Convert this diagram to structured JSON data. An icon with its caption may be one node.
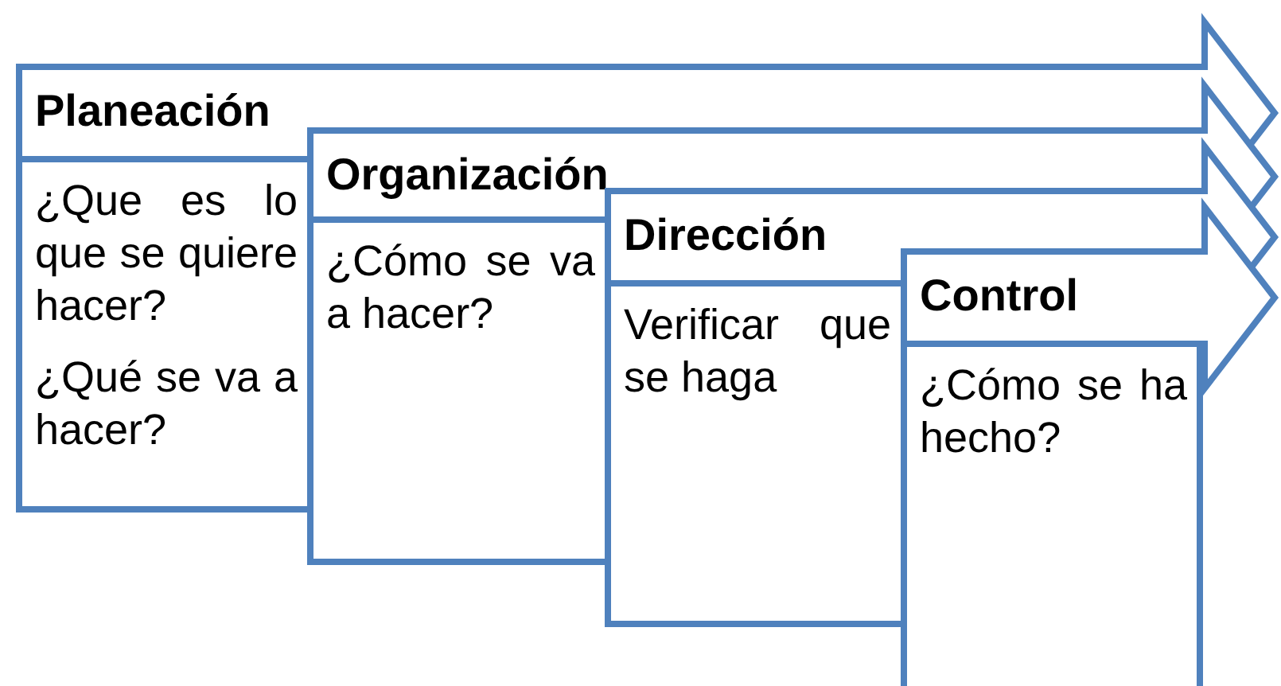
{
  "diagram": {
    "nodes": [
      {
        "text": [
          "Planeación"
        ]
      },
      {
        "text": [
          "¿Que es lo que se quiere hacer?",
          "¿Qué se va a hacer?"
        ]
      },
      {
        "text": [
          "Organización"
        ]
      },
      {
        "text": [
          "¿Cómo se va a hacer?"
        ]
      },
      {
        "text": [
          "Dirección"
        ]
      },
      {
        "text": [
          "Verificar que se haga"
        ]
      },
      {
        "text": [
          "Control"
        ]
      },
      {
        "text": [
          "¿Cómo se ha hecho?"
        ]
      }
    ]
  }
}
